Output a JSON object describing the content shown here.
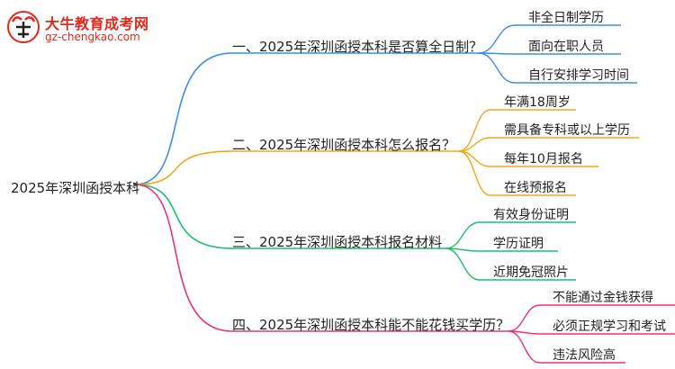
{
  "logo": {
    "title": "大牛教育成考网",
    "url": "gz-chengkao.com"
  },
  "mindmap": {
    "root": "2025年深圳函授本科",
    "branches": [
      {
        "label": "一、2025年深圳函授本科是否算全日制？",
        "color": "#3b8ee8",
        "leaves": [
          "非全日制学历",
          "面向在职人员",
          "自行安排学习时间"
        ]
      },
      {
        "label": "二、2025年深圳函授本科怎么报名？",
        "color": "#f0a818",
        "leaves": [
          "年满18周岁",
          "需具备专科或以上学历",
          "每年10月报名",
          "在线预报名"
        ]
      },
      {
        "label": "三、2025年深圳函授本科报名材料",
        "color": "#1fbf6a",
        "leaves": [
          "有效身份证明",
          "学历证明",
          "近期免冠照片"
        ]
      },
      {
        "label": "四、2025年深圳函授本科能不能花钱买学历？",
        "color": "#e8337a",
        "leaves": [
          "不能通过金钱获得",
          "必须正规学习和考试",
          "违法风险高"
        ]
      }
    ]
  }
}
